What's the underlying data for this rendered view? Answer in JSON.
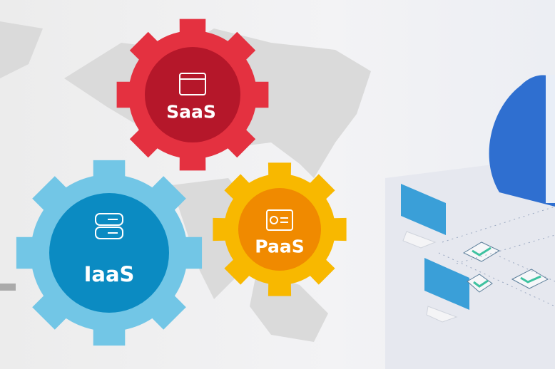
{
  "gears": [
    {
      "id": "saas",
      "label": "SaaS",
      "icon": "browser-window-icon",
      "outer_color": "#e43140",
      "inner_color": "#b5172a"
    },
    {
      "id": "iaas",
      "label": "IaaS",
      "icon": "server-stack-icon",
      "outer_color": "#72c6e6",
      "inner_color": "#0b8bc2"
    },
    {
      "id": "paas",
      "label": "PaaS",
      "icon": "certificate-card-icon",
      "outer_color": "#f8b800",
      "inner_color": "#f08a00"
    }
  ],
  "colors": {
    "map": "#dcdcdc",
    "cloud": "#2f6fd0",
    "monitor": "#3a9fd8"
  }
}
